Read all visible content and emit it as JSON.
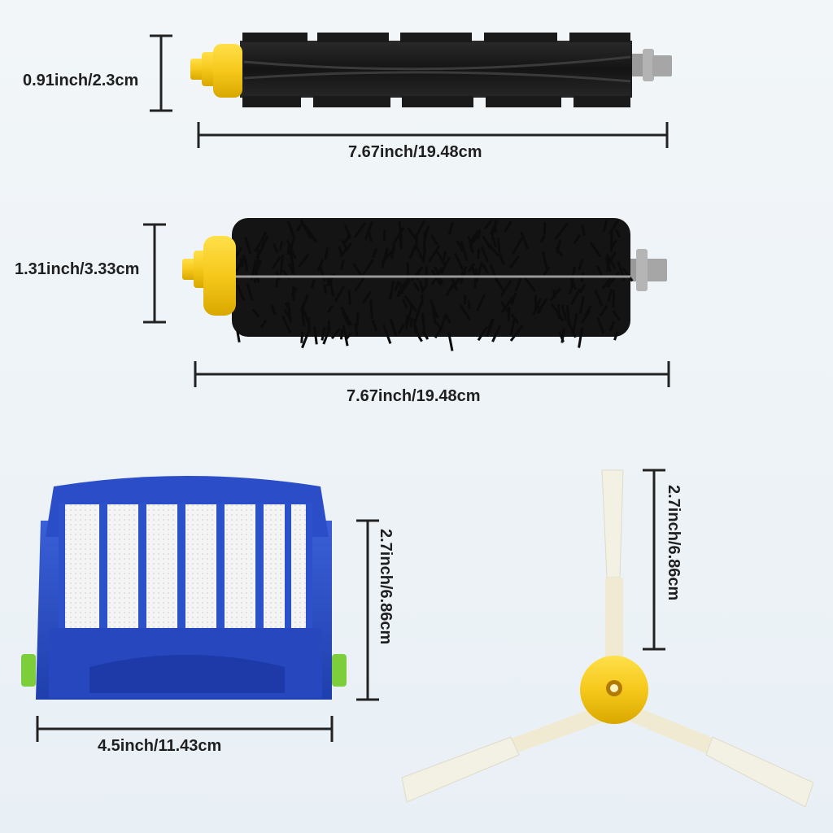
{
  "products": {
    "flexible_beater_brush": {
      "height_label": "0.91inch/2.3cm",
      "length_label": "7.67inch/19.48cm"
    },
    "bristle_brush": {
      "height_label": "1.31inch/3.33cm",
      "length_label": "7.67inch/19.48cm"
    },
    "filter": {
      "height_label": "2.7inch/6.86cm",
      "width_label": "4.5inch/11.43cm"
    },
    "side_brush": {
      "height_label": "2.7inch/6.86cm"
    }
  },
  "colors": {
    "background": "#eef3f7",
    "brush_black": "#1b1b1b",
    "end_cap_yellow": "#f6c81b",
    "filter_blue": "#2a4fc4",
    "clip_green": "#7ccf3a",
    "bristle_white": "#f3f0e4",
    "dimension_line": "#222222"
  }
}
